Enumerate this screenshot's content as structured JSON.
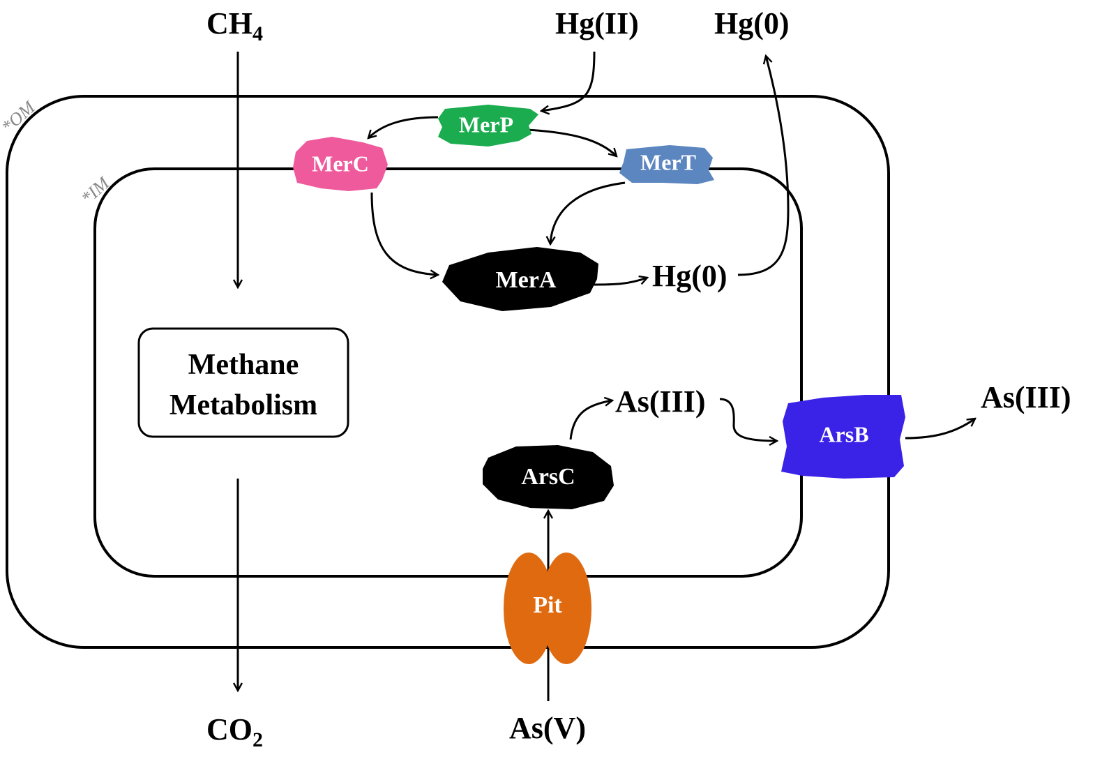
{
  "membranes": {
    "outer": "*OM",
    "inner": "*IM"
  },
  "labels": {
    "ch4": "CH",
    "ch4_sub": "4",
    "co2": "CO",
    "co2_sub": "2",
    "hg2": "Hg(II)",
    "hg0_out": "Hg(0)",
    "hg0_in": "Hg(0)",
    "as5": "As(V)",
    "as3_in": "As(III)",
    "as3_out": "As(III)"
  },
  "metabolism_box": {
    "line1": "Methane",
    "line2": "Metabolism"
  },
  "enzymes": {
    "merp": {
      "label": "MerP",
      "color": "#1aac4e"
    },
    "merc": {
      "label": "MerC",
      "color": "#ee5a9c"
    },
    "mert": {
      "label": "MerT",
      "color": "#5b86c0"
    },
    "mera": {
      "label": "MerA",
      "color": "#000000"
    },
    "arsc": {
      "label": "ArsC",
      "color": "#000000"
    },
    "arsb": {
      "label": "ArsB",
      "color": "#3a22e6"
    },
    "pit": {
      "label": "Pit",
      "color": "#e06a10"
    }
  }
}
